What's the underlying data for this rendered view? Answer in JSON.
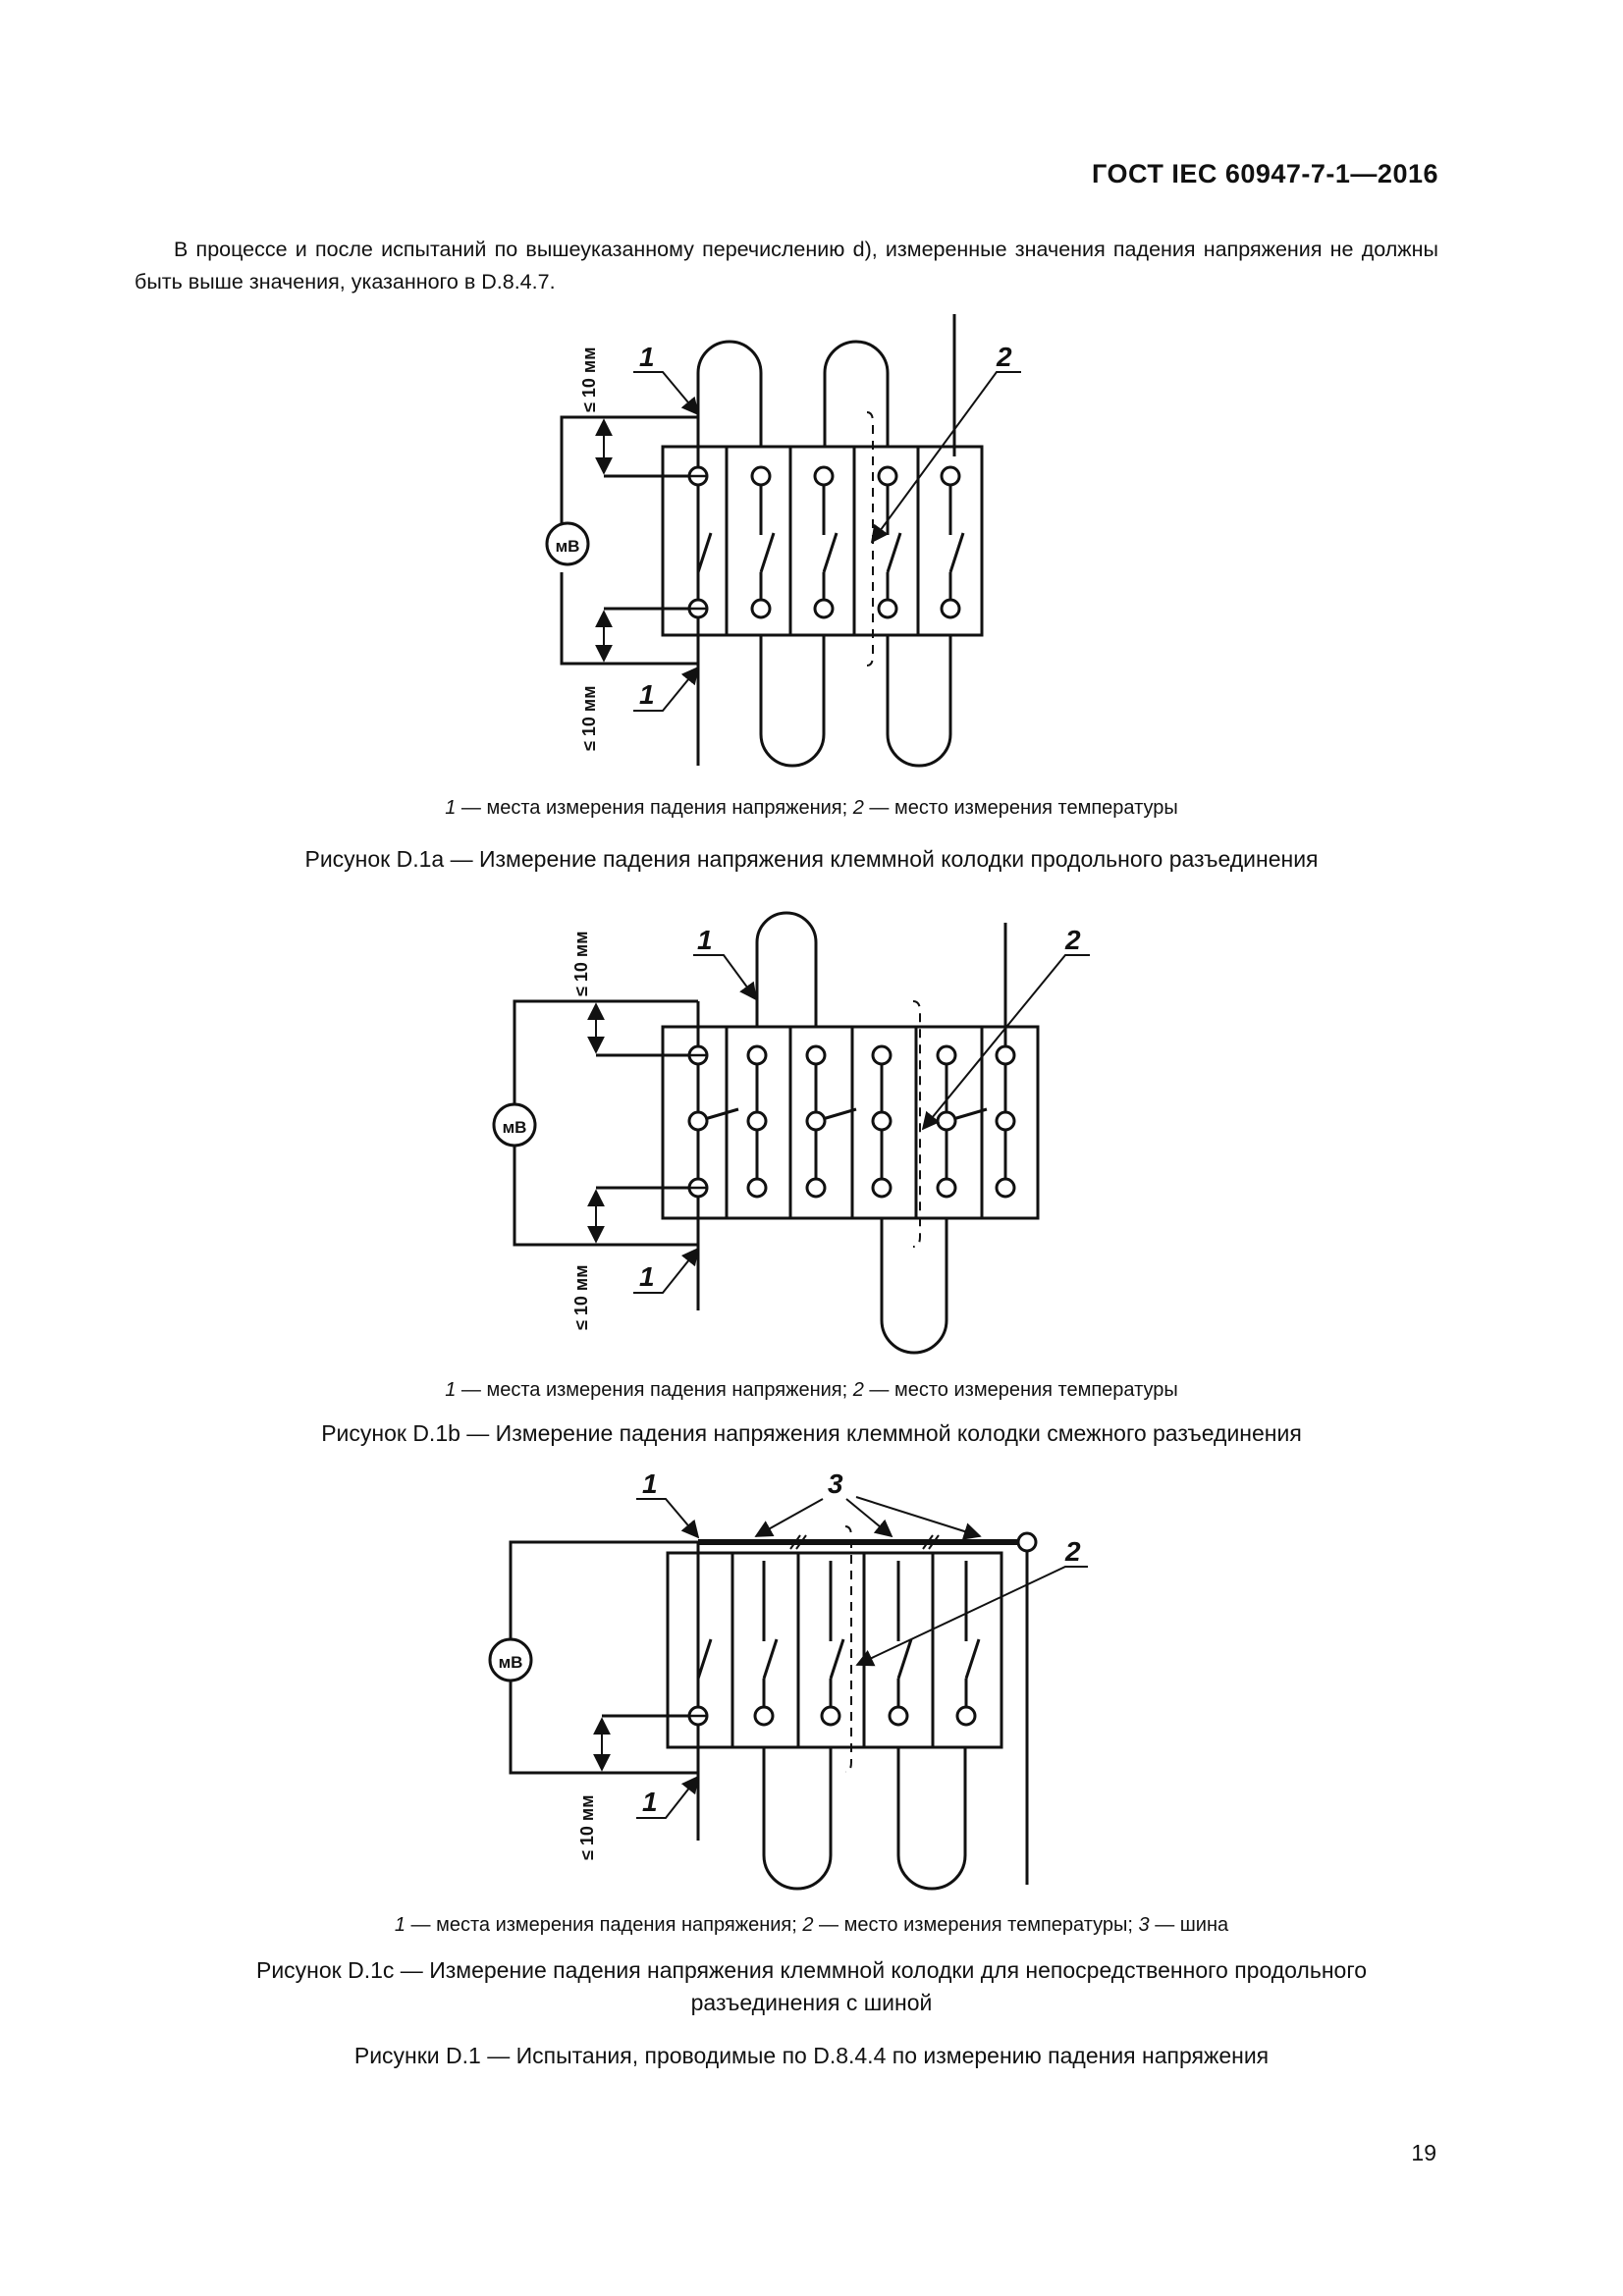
{
  "header": {
    "doc_code": "ГОСТ IEC 60947-7-1—2016"
  },
  "intro": {
    "text": "В процессе и после испытаний по вышеуказанному перечислению d), измеренные значения падения напряжения не должны быть выше значения, указанного в D.8.4.7."
  },
  "labels": {
    "mv": "мВ",
    "dim": "≤ 10 мм",
    "one": "1",
    "two": "2",
    "three": "3"
  },
  "fig_a": {
    "legend": {
      "n1": "1",
      "t1": " — места измерения падения напряжения; ",
      "n2": "2",
      "t2": " — место измерения температуры"
    },
    "caption": "Рисунок  D.1a — Измерение падения напряжения клеммной колодки продольного разъединения"
  },
  "fig_b": {
    "legend": {
      "n1": "1",
      "t1": " — места измерения падения напряжения; ",
      "n2": "2",
      "t2": " — место измерения температуры"
    },
    "caption": "Рисунок  D.1b — Измерение падения напряжения клеммной колодки смежного разъединения"
  },
  "fig_c": {
    "legend": {
      "n1": "1",
      "t1": " — места измерения падения напряжения; ",
      "n2": "2",
      "t2": " — место измерения температуры; ",
      "n3": "3",
      "t3": " — шина"
    },
    "caption_line1": "Рисунок  D.1c — Измерение падения напряжения клеммной колодки для непосредственного продольного",
    "caption_line2": "разъединения с шиной"
  },
  "overall_caption": "Рисунки  D.1 — Испытания,  проводимые по D.8.4.4 по измерению падения напряжения",
  "page_number": "19"
}
